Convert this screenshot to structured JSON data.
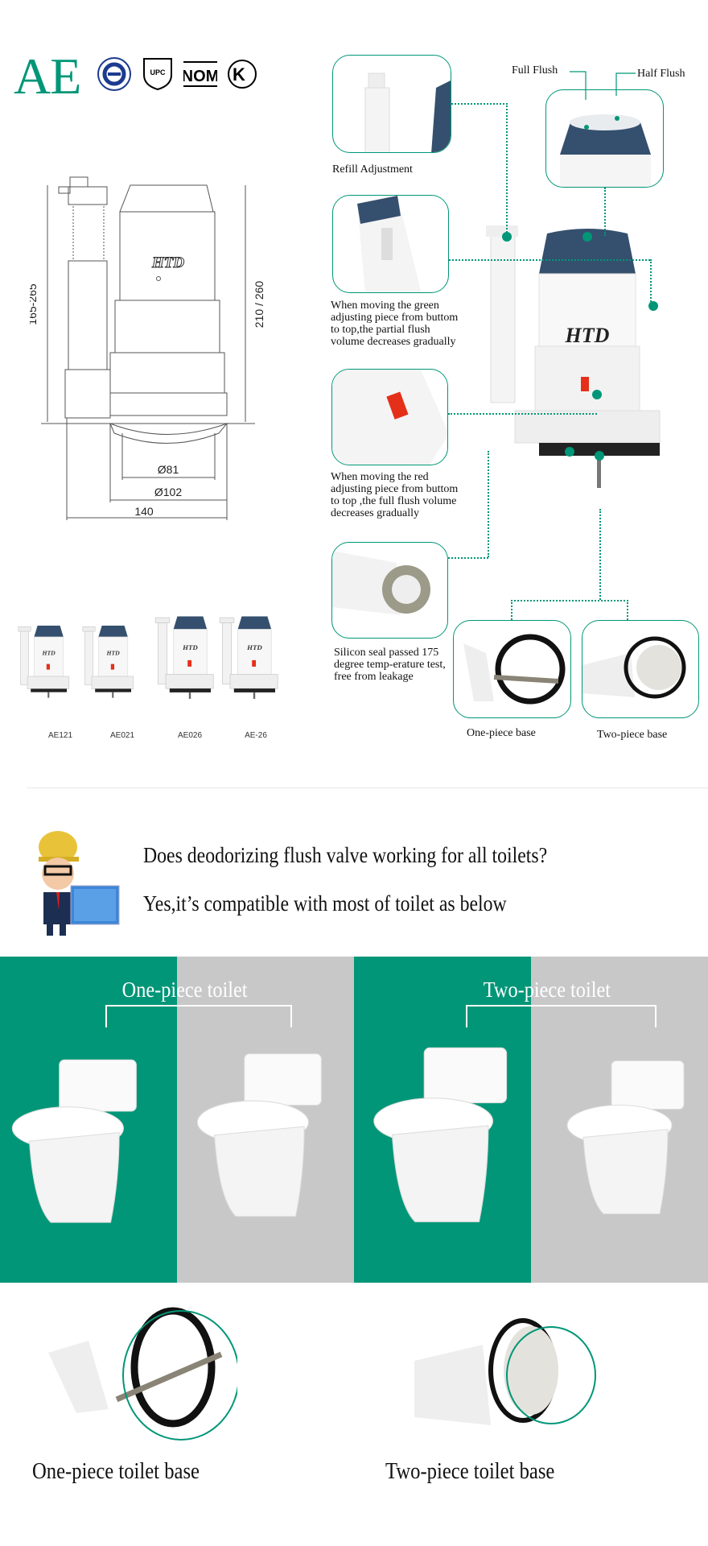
{
  "brand": {
    "logo": "AE",
    "certifications": [
      "water-certification-icon",
      "upc-icon",
      "nom-icon",
      "k-mark-icon"
    ],
    "accent": "#009677"
  },
  "drawing": {
    "brand_mark": "HTD",
    "dims": {
      "height_left": "165-265",
      "height_right": "210 / 260",
      "d1": "Ø81",
      "d2": "Ø102",
      "width": "140"
    }
  },
  "features": {
    "full_flush": "Full Flush",
    "half_flush": "Half Flush",
    "refill": "Refill Adjustment",
    "green": "When moving the green adjusting piece from buttom to top,the partial flush volume decreases gradually",
    "red": "When moving the red adjusting piece from buttom to top ,the full flush volume decreases gradually",
    "seal": "Silicon seal passed 175 degree temp-erature test, free from leakage",
    "one_base": "One-piece base",
    "two_base": "Two-piece base",
    "main_mark": "HTD"
  },
  "models": [
    "AE121",
    "AE021",
    "AE026",
    "AE-26"
  ],
  "question": {
    "line1": "Does deodorizing flush valve working for all toilets?",
    "line2": "Yes,it’s compatible with most of toilet as below"
  },
  "toilets": {
    "one": "One-piece toilet",
    "two": "Two-piece toilet",
    "colors": {
      "green": "#009677",
      "gray": "#c8c8c8"
    }
  },
  "bases": {
    "one": "One-piece toilet base",
    "two": "Two-piece toilet base"
  }
}
